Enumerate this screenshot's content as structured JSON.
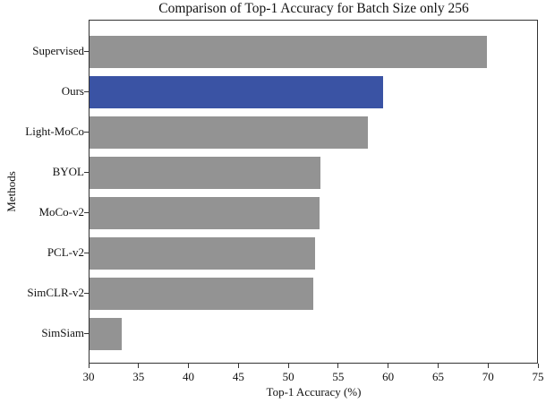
{
  "chart_data": {
    "type": "bar",
    "orientation": "horizontal",
    "title": "Comparison of Top-1 Accuracy for Batch Size only 256",
    "xlabel": "Top-1 Accuracy (%)",
    "ylabel": "Methods",
    "xlim": [
      30,
      75
    ],
    "xticks": [
      30,
      35,
      40,
      45,
      50,
      55,
      60,
      65,
      70,
      75
    ],
    "grid": false,
    "legend": null,
    "categories": [
      "Supervised",
      "Ours",
      "Light-MoCo",
      "BYOL",
      "MoCo-v2",
      "PCL-v2",
      "SimCLR-v2",
      "SimSiam"
    ],
    "values": [
      69.8,
      59.4,
      57.9,
      53.1,
      53.0,
      52.6,
      52.4,
      33.2
    ],
    "colors": [
      "#939393",
      "#3a53a4",
      "#939393",
      "#939393",
      "#939393",
      "#939393",
      "#939393",
      "#939393"
    ],
    "highlight": "Ours"
  },
  "title": "Comparison of Top-1 Accuracy for Batch Size only 256",
  "xlabel": "Top-1 Accuracy (%)",
  "ylabel": "Methods",
  "xtick_labels": [
    "30",
    "35",
    "40",
    "45",
    "50",
    "55",
    "60",
    "65",
    "70",
    "75"
  ],
  "categories": [
    "Supervised",
    "Ours",
    "Light-MoCo",
    "BYOL",
    "MoCo-v2",
    "PCL-v2",
    "SimCLR-v2",
    "SimSiam"
  ]
}
